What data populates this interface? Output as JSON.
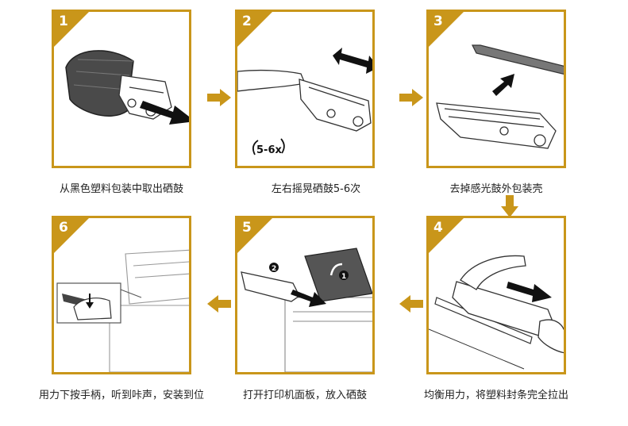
{
  "steps": [
    {
      "number": "1",
      "caption": "从黑色塑料包装中取出硒鼓"
    },
    {
      "number": "2",
      "caption": "左右摇晃硒鼓5-6次",
      "shake_label": "5-6x"
    },
    {
      "number": "3",
      "caption": "去掉感光鼓外包装壳"
    },
    {
      "number": "4",
      "caption": "均衡用力，将塑料封条完全拉出"
    },
    {
      "number": "5",
      "caption": "打开打印机面板，放入硒鼓",
      "markers": [
        "2",
        "1"
      ]
    },
    {
      "number": "6",
      "caption": "用力下按手柄，听到咔声，安装到位"
    }
  ],
  "colors": {
    "accent": "#c9961a",
    "border": "#c9961a",
    "arrow": "#c9961a"
  }
}
